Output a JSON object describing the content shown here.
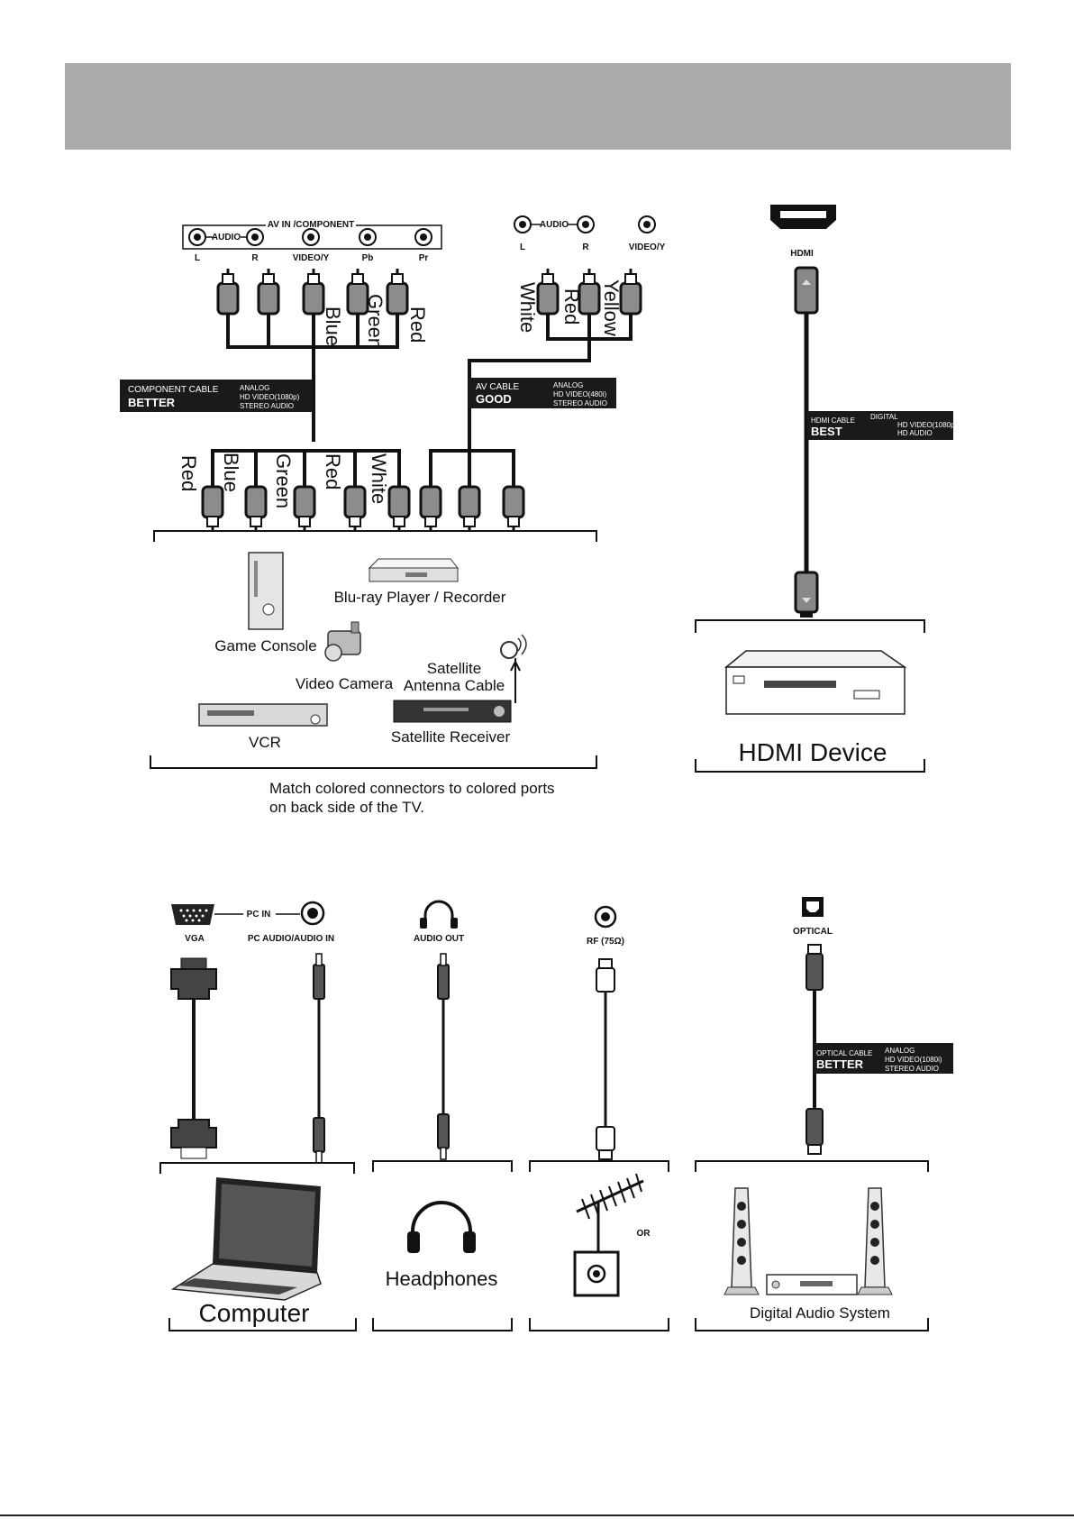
{
  "top_ports": {
    "group_label": "AV IN /COMPONENT",
    "audio_label": "AUDIO",
    "port_labels": [
      "L",
      "R",
      "VIDEO/Y",
      "Pb",
      "Pr"
    ]
  },
  "av_ports": {
    "audio_label": "AUDIO",
    "port_labels": [
      "L",
      "R",
      "VIDEO/Y"
    ]
  },
  "hdmi_port": {
    "label": "HDMI"
  },
  "upper_plug_colors": [
    "Blue",
    "Green",
    "Red",
    "White",
    "Red",
    "Yellow"
  ],
  "lower_plug_colors": [
    "Red",
    "Blue",
    "Green",
    "Red",
    "White"
  ],
  "component_cable": {
    "name": "COMPONENT CABLE",
    "quality": "BETTER",
    "specs": [
      "ANALOG",
      "HD VIDEO(1080p)",
      "STEREO AUDIO"
    ]
  },
  "av_cable": {
    "name": "AV CABLE",
    "quality": "GOOD",
    "specs": [
      "ANALOG",
      "HD VIDEO(480i)",
      "STEREO AUDIO"
    ]
  },
  "hdmi_cable": {
    "name": "HDMI CABLE",
    "quality": "BEST",
    "specs": [
      "DIGITAL",
      "HD VIDEO(1080p)",
      "HD AUDIO"
    ]
  },
  "optical_cable": {
    "name": "OPTICAL CABLE",
    "quality": "BETTER",
    "specs": [
      "ANALOG",
      "HD VIDEO(1080i)",
      "STEREO AUDIO"
    ]
  },
  "devices": {
    "bluray": "Blu-ray Player / Recorder",
    "game_console": "Game Console",
    "video_camera": "Video Camera",
    "satellite_line1": "Satellite",
    "satellite_line2": "Antenna Cable",
    "vcr": "VCR",
    "satellite_receiver": "Satellite Receiver",
    "hdmi_device": "HDMI Device",
    "computer": "Computer",
    "headphones": "Headphones",
    "digital_audio": "Digital Audio System",
    "or_label": "OR"
  },
  "match_note": [
    "Match colored connectors to colored ports",
    "on back side of the TV."
  ],
  "bottom_ports": {
    "pc_in": "PC IN",
    "vga": "VGA",
    "pc_audio": "PC AUDIO/AUDIO IN",
    "audio_out": "AUDIO OUT",
    "rf": "RF (75Ω)",
    "optical": "OPTICAL"
  },
  "colors": {
    "header_band": "#a9aaac",
    "cable_label_bg": "#1a1a1a",
    "plug_fill": "#8c8c8c"
  }
}
